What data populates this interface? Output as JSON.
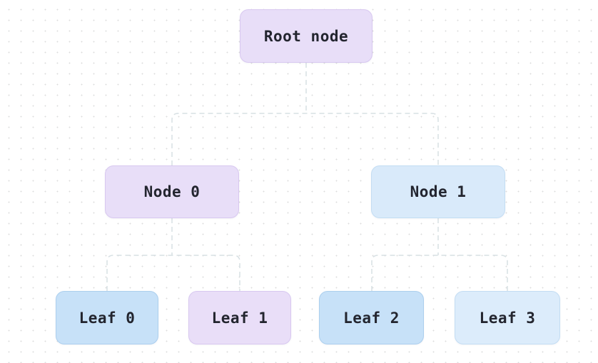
{
  "canvas": {
    "background_color": "#ffffff",
    "dot_grid_color": "#dcdddd",
    "connector_color": "#d7e0e3",
    "text_color": "#23252f"
  },
  "tree": {
    "nodes": [
      {
        "id": "root",
        "label": "Root node",
        "level": "root",
        "fill": "#e8def8"
      },
      {
        "id": "node0",
        "label": "Node 0",
        "level": "branch",
        "fill": "#e8def8"
      },
      {
        "id": "node1",
        "label": "Node 1",
        "level": "branch",
        "fill": "#d9eafa"
      },
      {
        "id": "leaf0",
        "label": "Leaf 0",
        "level": "leaf",
        "fill": "#c7e1f8"
      },
      {
        "id": "leaf1",
        "label": "Leaf 1",
        "level": "leaf",
        "fill": "#e9def8"
      },
      {
        "id": "leaf2",
        "label": "Leaf 2",
        "level": "leaf",
        "fill": "#c7e1f8"
      },
      {
        "id": "leaf3",
        "label": "Leaf 3",
        "level": "leaf",
        "fill": "#dcecfb"
      }
    ],
    "edges": [
      {
        "from": "root",
        "to": "node0"
      },
      {
        "from": "root",
        "to": "node1"
      },
      {
        "from": "node0",
        "to": "leaf0"
      },
      {
        "from": "node0",
        "to": "leaf1"
      },
      {
        "from": "node1",
        "to": "leaf2"
      },
      {
        "from": "node1",
        "to": "leaf3"
      }
    ]
  }
}
